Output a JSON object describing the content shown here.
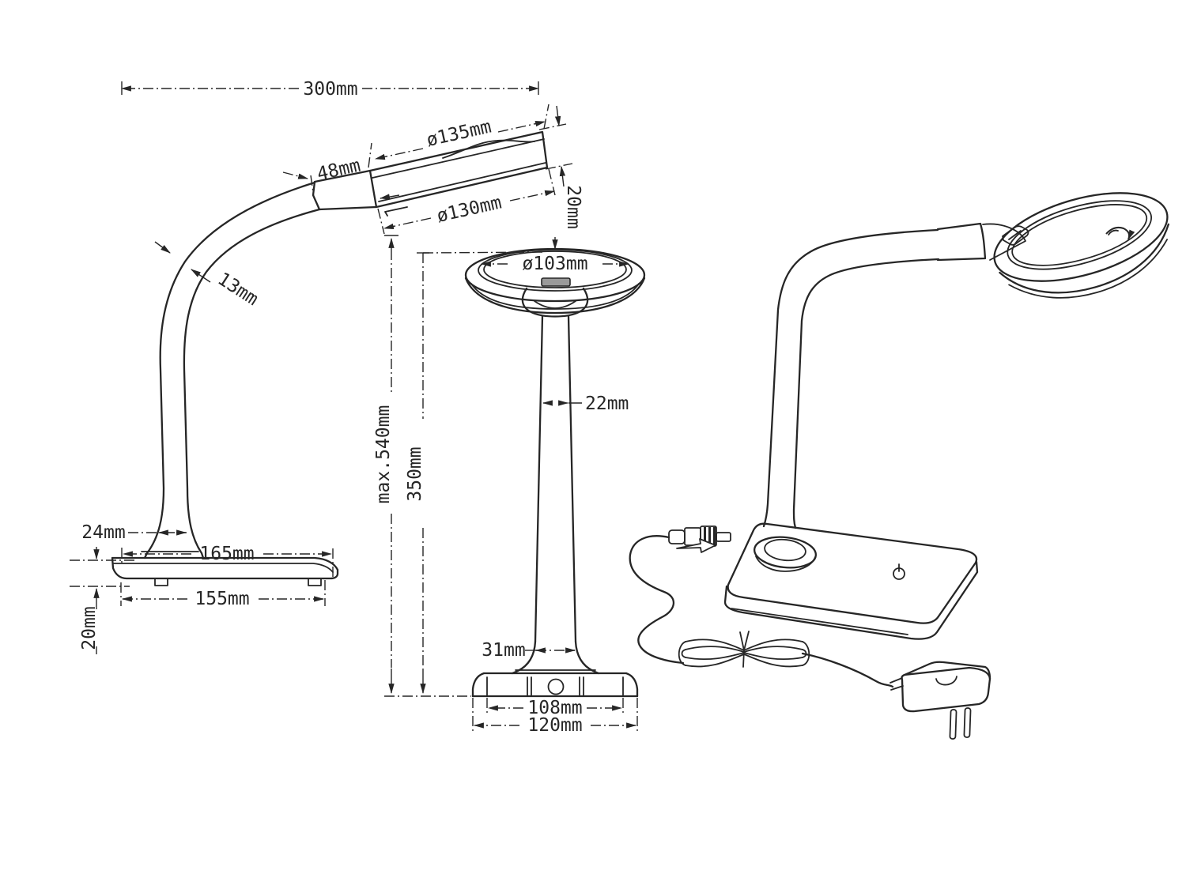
{
  "colors": {
    "ink": "#262626",
    "paper": "#ffffff",
    "lens_tab": "#9a9a9a"
  },
  "dims": {
    "side": {
      "overall": "300mm",
      "head_top_dia": "ø135mm",
      "neck_len": "48mm",
      "head_bottom_dia": "ø130mm",
      "head_thickness": "20mm",
      "tube_dia": "13mm",
      "stem_width": "24mm",
      "base_top_len": "165mm",
      "base_bottom_len": "155mm",
      "base_height": "20mm"
    },
    "front": {
      "lens_dia": "ø103mm",
      "pole_width": "22mm",
      "max_height": "max.540mm",
      "height": "350mm",
      "stem_bottom_width": "31mm",
      "base_inner_width": "108mm",
      "base_width": "120mm"
    }
  }
}
